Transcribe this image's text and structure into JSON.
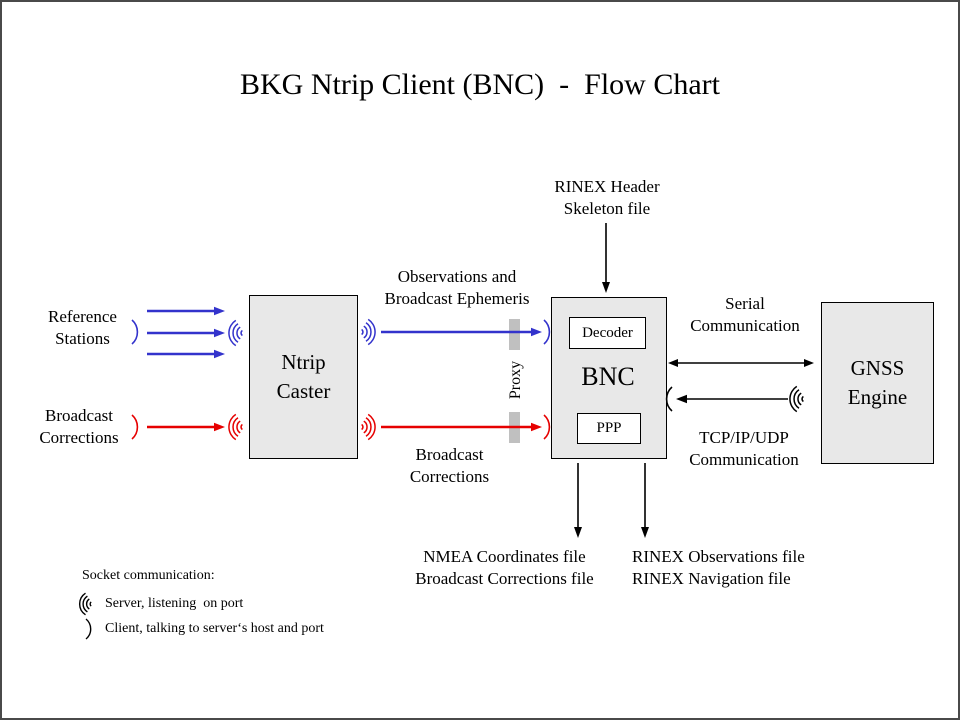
{
  "title": "BKG Ntrip Client (BNC)  -  Flow Chart",
  "colors": {
    "blue": "#3333cc",
    "red": "#e60000",
    "box_fill": "#e8e8e8",
    "proxy_gray": "#c0c0c0",
    "frame": "#4a4a4a"
  },
  "icons": {
    "server_socket": ")))",
    "client_socket": ")"
  },
  "nodes": {
    "ntrip_caster": "Ntrip\nCaster",
    "bnc": "BNC",
    "decoder": "Decoder",
    "ppp": "PPP",
    "gnss_engine": "GNSS\nEngine"
  },
  "labels": {
    "reference_stations": "Reference\nStations",
    "broadcast_corrections_left": "Broadcast\nCorrections",
    "observations": "Observations and\nBroadcast Ephemeris",
    "broadcast_corrections_mid": "Broadcast\nCorrections",
    "rinex_header": "RINEX Header\nSkeleton file",
    "proxy": "Proxy",
    "serial": "Serial\nCommunication",
    "tcp": "TCP/IP/UDP\nCommunication",
    "nmea_files": "NMEA Coordinates file\nBroadcast Corrections file",
    "rinex_files": "RINEX Observations file\nRINEX Navigation file"
  },
  "legend": {
    "heading": "Socket communication:",
    "server": "Server, listening  on port",
    "client": "Client, talking to server‘s host and port"
  }
}
